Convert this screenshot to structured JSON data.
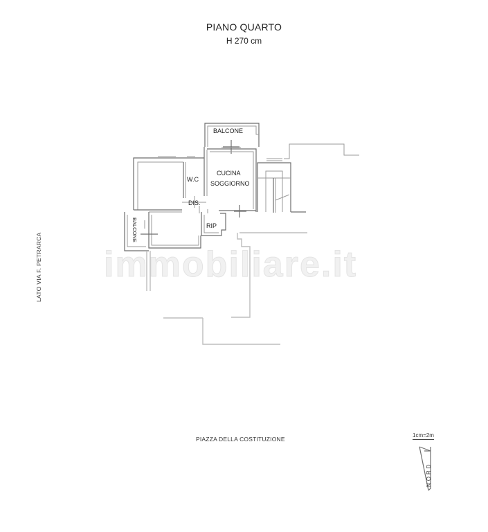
{
  "header": {
    "title": "PIANO QUARTO",
    "height": "H 270 cm"
  },
  "rooms": {
    "balcone_top": "BALCONE",
    "wc": "W.C",
    "cucina_line1": "CUCINA",
    "cucina_line2": "SOGGIORNO",
    "dis": "DIS.",
    "rip": "RIP",
    "balcone_left": "BALCONE"
  },
  "labels": {
    "street_left": "LATO VIA F. PETRARCA",
    "street_bottom": "PIAZZA DELLA COSTITUZIONE",
    "scale": "1cm=2m",
    "north": "NORD"
  },
  "watermark": "immobiliare.it",
  "colors": {
    "wall": "#6d6d6d",
    "background": "#ffffff",
    "text": "#222222"
  }
}
